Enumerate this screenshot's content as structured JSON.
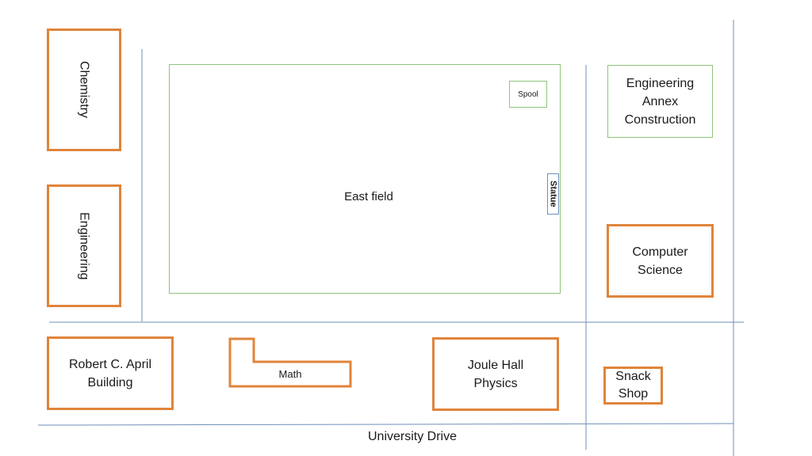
{
  "colors": {
    "building_border": "#e0843a",
    "green_outline": "#8fc47a",
    "road_line": "#6f8fb8"
  },
  "buildings": {
    "chemistry": "Chemistry",
    "engineering": "Engineering",
    "robert_april": "Robert C. April Building",
    "math": "Math",
    "joule_hall": "Joule Hall Physics",
    "snack_shop": "Snack Shop",
    "computer_science": "Computer Science"
  },
  "areas": {
    "east_field": "East field",
    "spool": "Spool",
    "statue": "Statue",
    "engineering_annex": "Engineering Annex Construction"
  },
  "roads": {
    "university_drive": "University Drive"
  }
}
